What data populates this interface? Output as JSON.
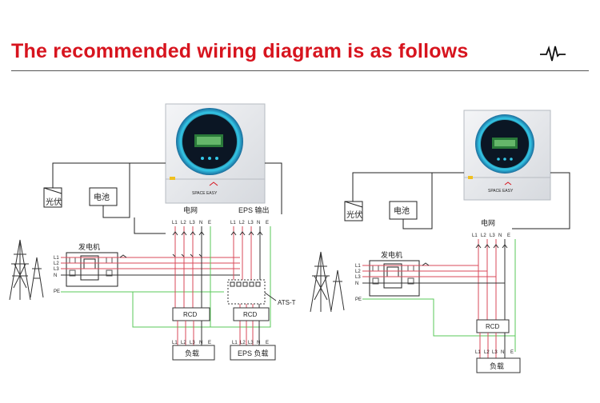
{
  "header": {
    "title": "The recommended wiring diagram is as follows",
    "accent_color": "#d7141e",
    "icon": "pulse-icon"
  },
  "left": {
    "brand": "SPACE EASY",
    "pv": "光伏",
    "battery": "电池",
    "grid": "电网",
    "eps_out": "EPS 输出",
    "generator": "发电机",
    "ats": "ATS-T",
    "rcd1": "RCD",
    "rcd2": "RCD",
    "load": "负载",
    "eps_load": "EPS 负载",
    "grid_terms": [
      "L1",
      "L2",
      "L3",
      "N",
      "E"
    ],
    "eps_terms": [
      "L1",
      "L2",
      "L3",
      "N",
      "E"
    ],
    "load_terms": [
      "L1",
      "L2",
      "L3",
      "N",
      "E"
    ],
    "eps_load_terms": [
      "L1",
      "L2",
      "L3",
      "N",
      "E"
    ],
    "gen_lines": [
      "L1",
      "L2",
      "L3",
      "N",
      "PE"
    ]
  },
  "right": {
    "brand": "SPACE EASY",
    "pv": "光伏",
    "battery": "电池",
    "grid": "电网",
    "generator": "发电机",
    "rcd": "RCD",
    "load": "负载",
    "grid_terms": [
      "L1",
      "L2",
      "L3",
      "N",
      "E"
    ],
    "load_terms": [
      "L1",
      "L2",
      "L3",
      "N",
      "E"
    ],
    "gen_lines": [
      "L1",
      "L2",
      "L3",
      "N",
      "PE"
    ]
  },
  "colors": {
    "line": "#d84a5a",
    "neutral": "#333333",
    "earth": "#58c858",
    "inverter_ring": "#34c8e8"
  }
}
